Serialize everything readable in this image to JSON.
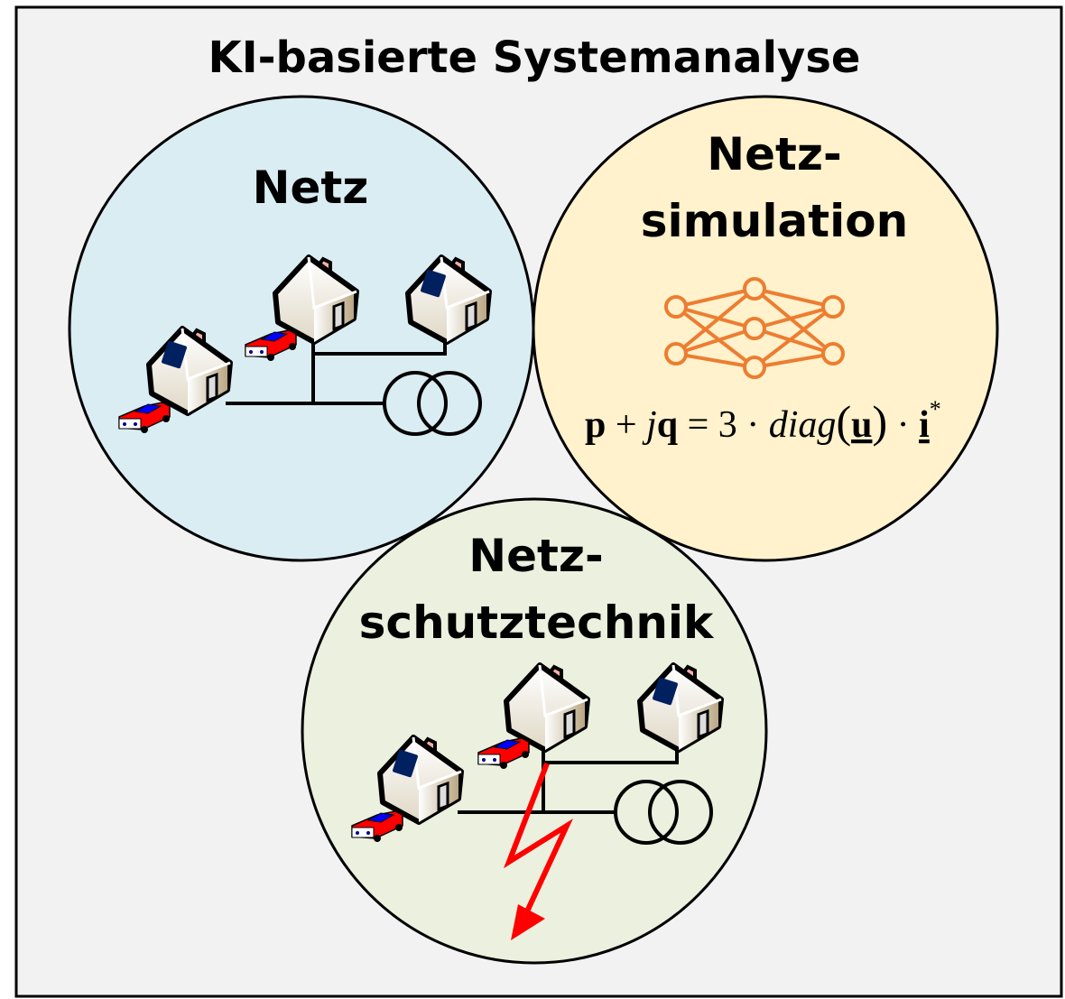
{
  "title": "KI-basierte Systemanalyse",
  "circles": {
    "netz": {
      "label": "Netz",
      "color": "#daedf3"
    },
    "simulation": {
      "label_line1": "Netz-",
      "label_line2": "simulation",
      "color": "#fff2cc"
    },
    "schutz": {
      "label_line1": "Netz-",
      "label_line2": "schutztechnik",
      "color": "#ebf1de"
    }
  },
  "formula": {
    "p": "p",
    "plus": " + ",
    "j": "j",
    "q": "q",
    "eq": " = 3 · ",
    "diag": "diag",
    "lparen": "(",
    "u": "u",
    "rparen": ")",
    "dot": " · ",
    "i": "i",
    "star": "*"
  },
  "colors": {
    "neural_net": "#ed7d31",
    "fault": "#ff0000",
    "frame": "#f2f2f2"
  }
}
